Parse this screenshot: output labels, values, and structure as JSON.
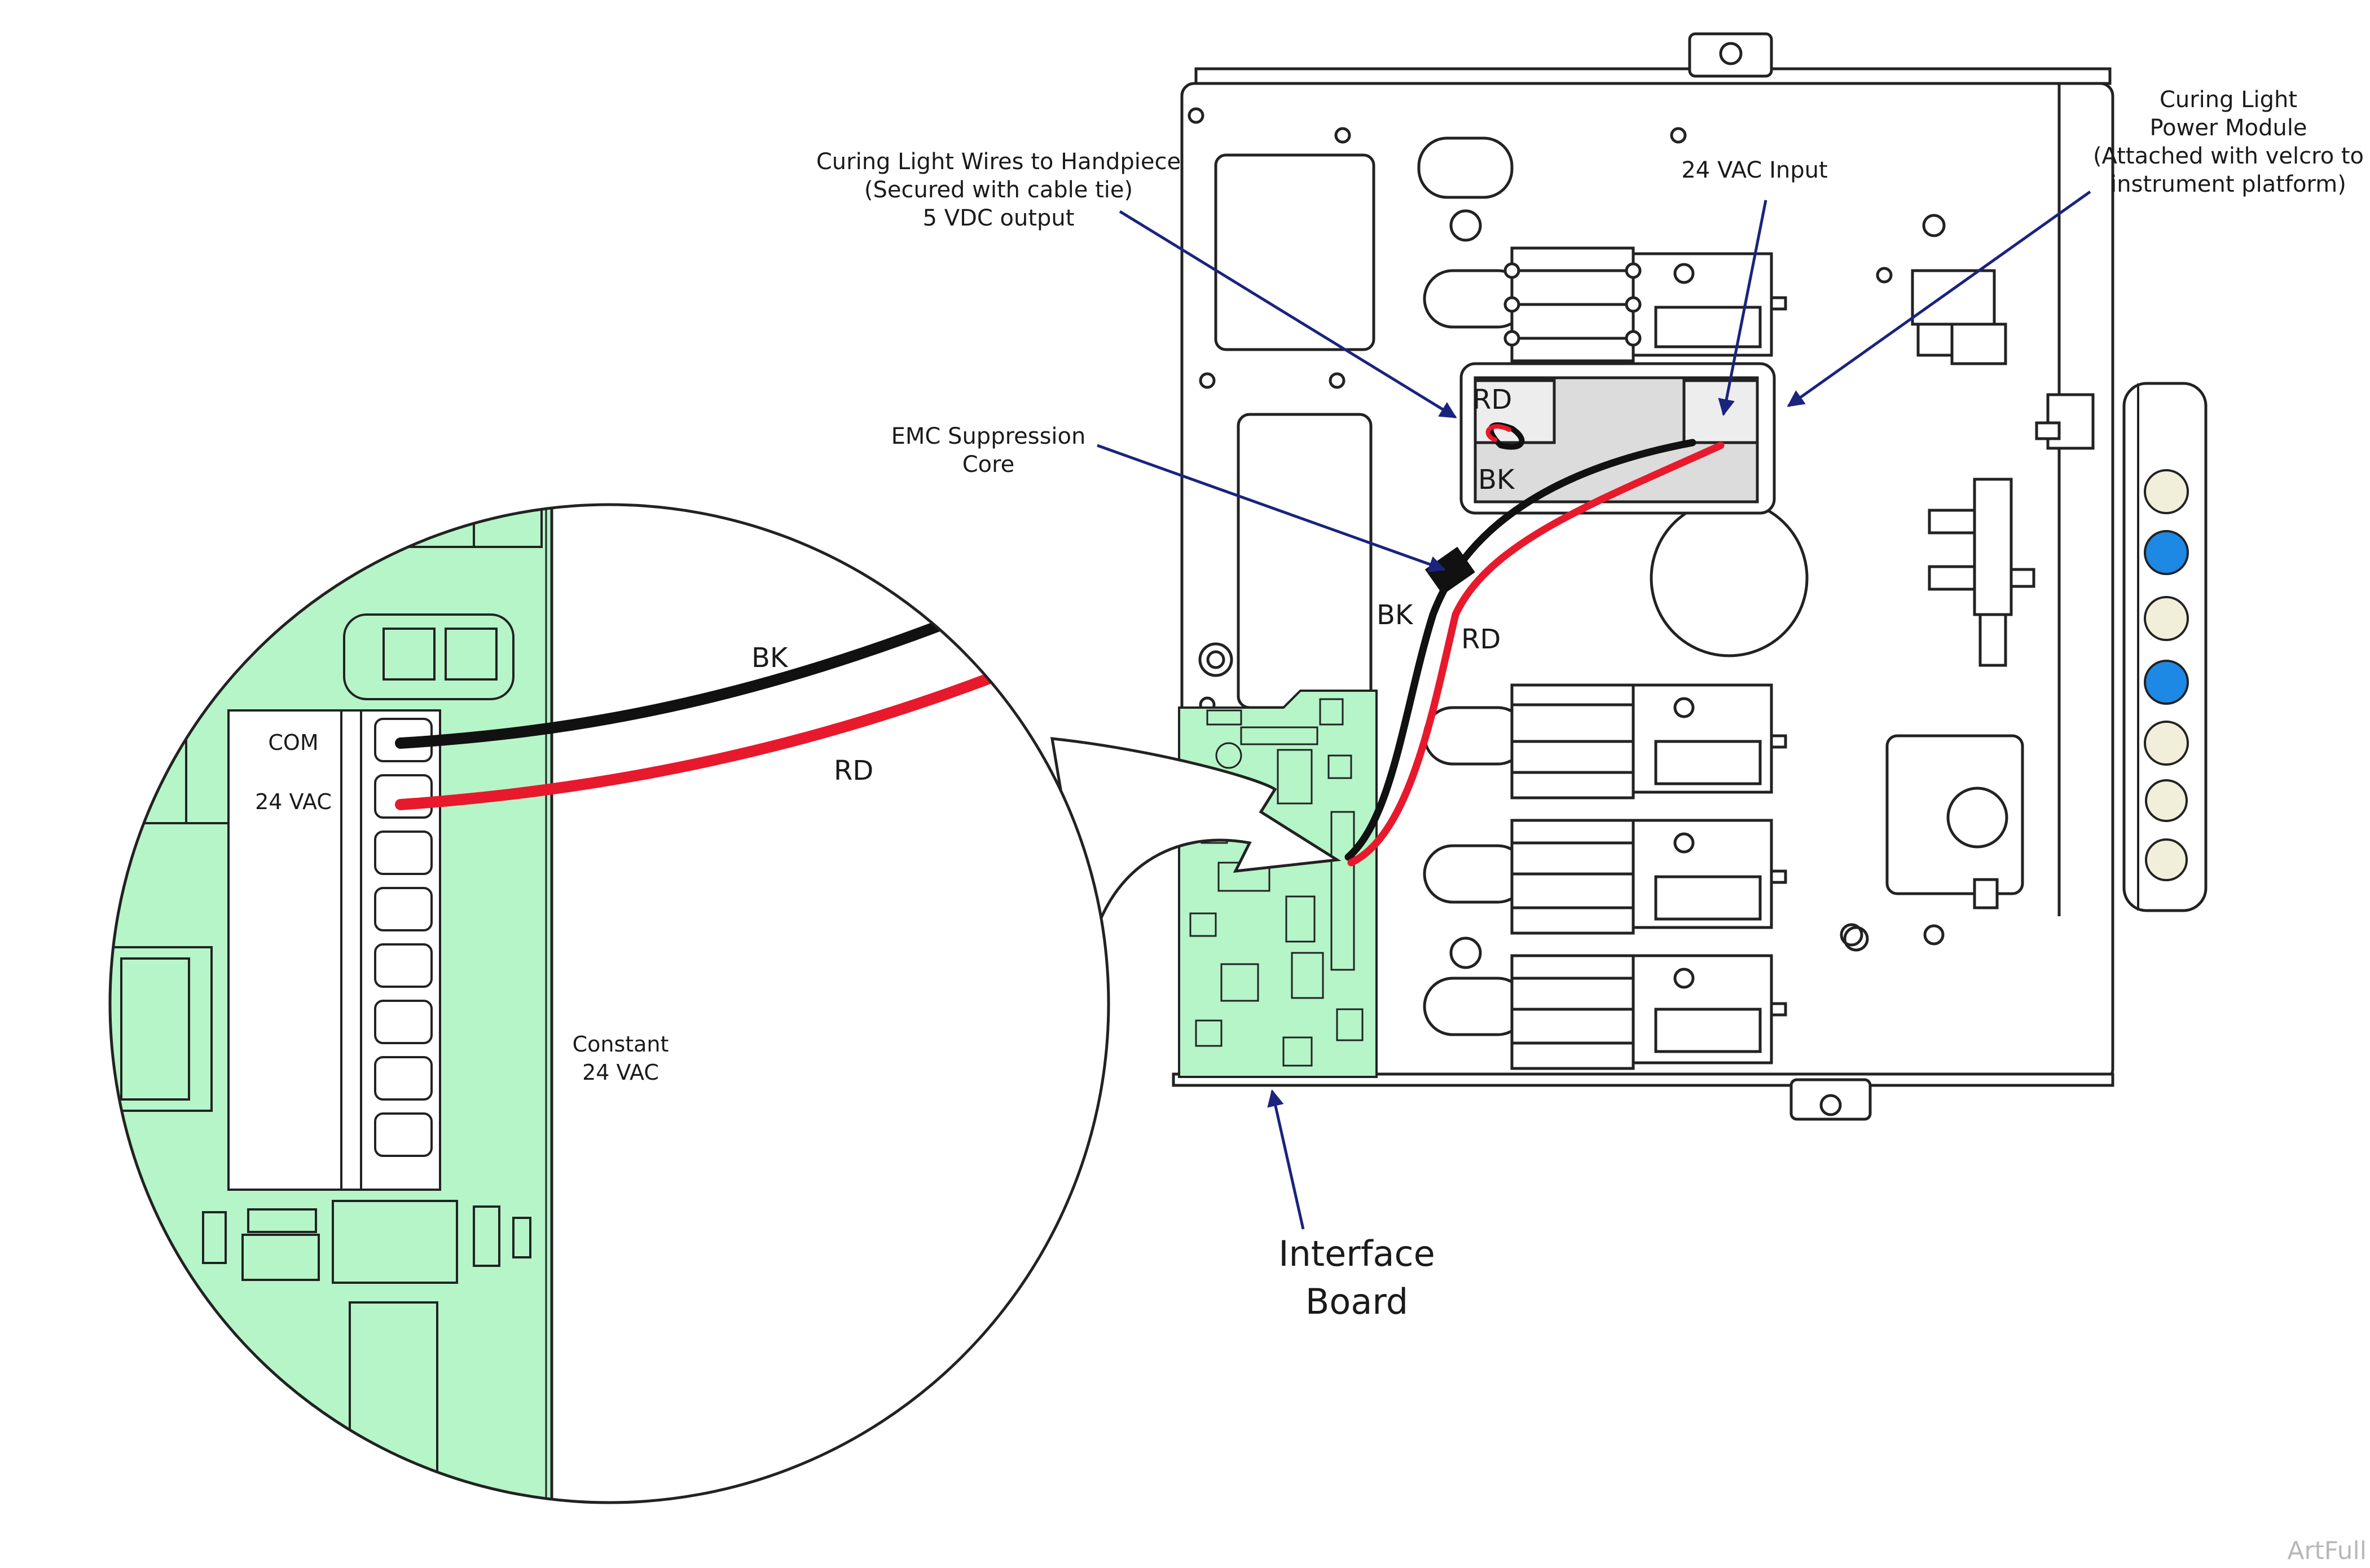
{
  "labels": {
    "curing_wires": [
      "Curing Light Wires to Handpiece",
      "(Secured with cable tie)",
      "5 VDC output"
    ],
    "vac_input": "24 VAC Input",
    "power_module": [
      "Curing Light",
      "Power Module",
      "(Attached with velcro to",
      "instrument platform)"
    ],
    "emc_core": [
      "EMC Suppression",
      "Core"
    ],
    "interface_board": [
      "Interface",
      "Board"
    ],
    "constant_vac": [
      "Constant",
      "24 VAC"
    ],
    "com": "COM",
    "vac24": "24 VAC",
    "bk": "BK",
    "rd": "RD"
  },
  "watermark": "ArtFull",
  "colors": {
    "board_green": "#b5f5c8",
    "wire_red": "#e8192c",
    "wire_black": "#111111",
    "arrow_blue": "#1a237e",
    "button_blue": "#1e88e5",
    "button_cream": "#f1efd9"
  }
}
